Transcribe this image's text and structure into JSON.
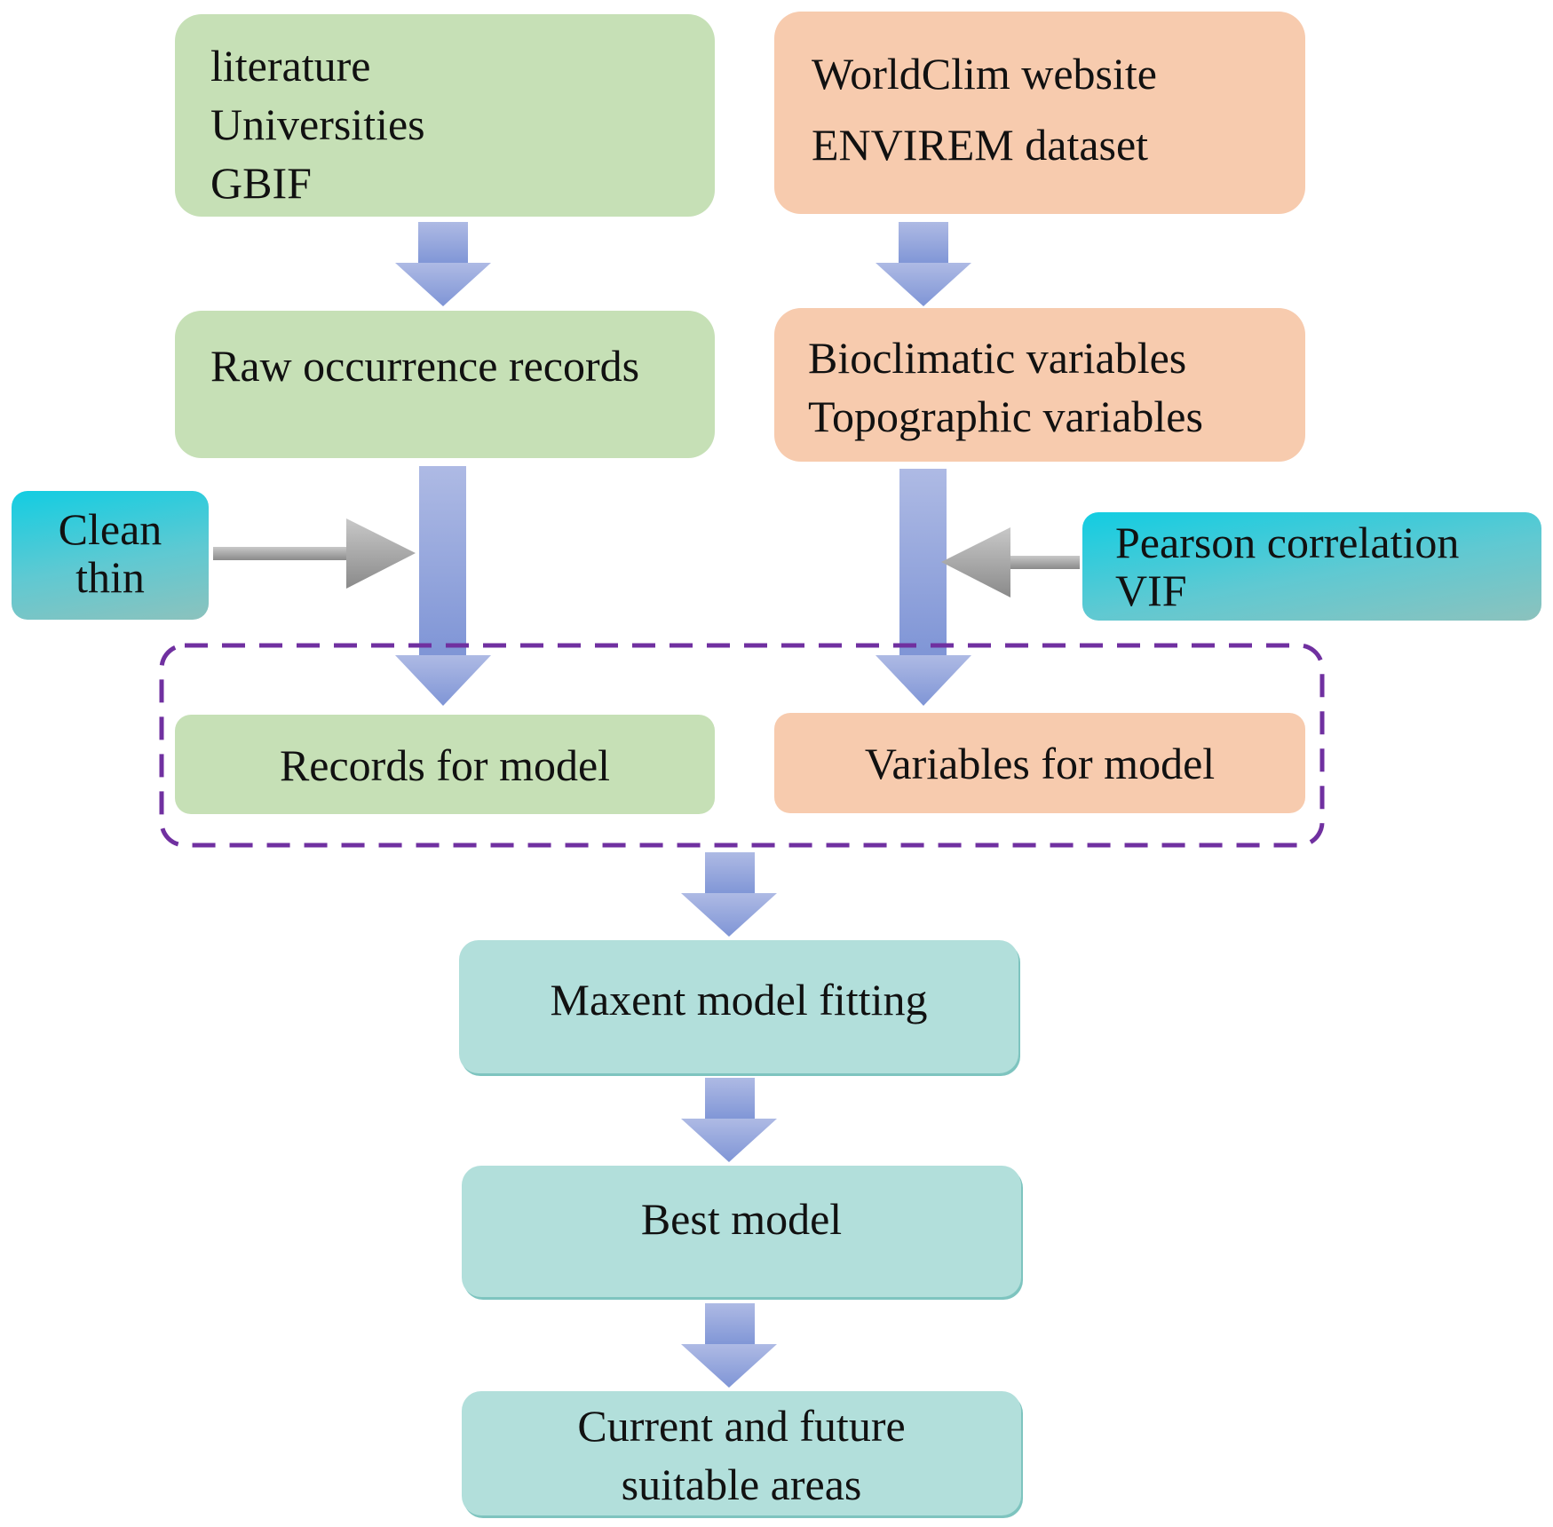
{
  "nodes": {
    "sources_occurrence": {
      "lines": [
        "literature",
        "Universities",
        "GBIF"
      ]
    },
    "sources_environment": {
      "lines": [
        "WorldClim website",
        "ENVIREM dataset"
      ]
    },
    "raw_records": {
      "text": "Raw occurrence records"
    },
    "env_variables": {
      "lines": [
        "Bioclimatic variables",
        "Topographic variables"
      ]
    },
    "clean_step": {
      "lines": [
        "Clean",
        "thin"
      ]
    },
    "selection_step": {
      "lines": [
        "Pearson correlation",
        "VIF"
      ]
    },
    "records_for_model": {
      "text": "Records for model"
    },
    "variables_for_model": {
      "text": "Variables for model"
    },
    "maxent_fitting": {
      "text": "Maxent model fitting"
    },
    "best_model": {
      "text": "Best model"
    },
    "suitable_areas": {
      "lines": [
        "Current and future",
        "suitable areas"
      ]
    }
  },
  "colors": {
    "occurrence_box": "#c6e0b6",
    "environment_box": "#f7cbae",
    "process_box": "#b2dfdb",
    "method_box": "#12cde2",
    "flow_arrow": "#8c9fd8",
    "side_arrow": "#9a9a9a",
    "group_border": "#7030a0"
  }
}
